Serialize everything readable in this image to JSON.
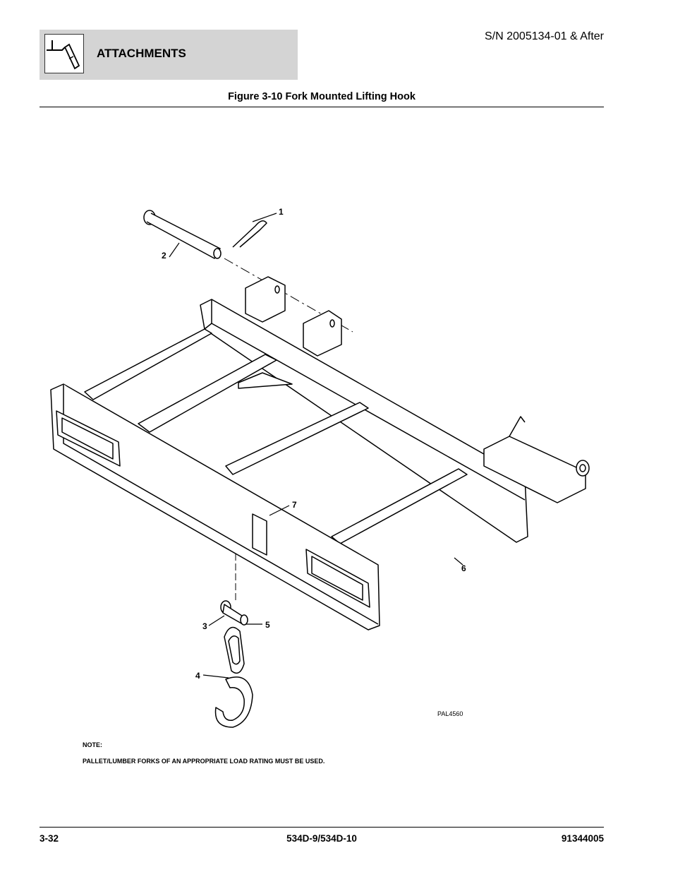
{
  "header": {
    "section_title": "ATTACHMENTS",
    "icon": "attachment-hook-icon",
    "serial": "S/N 2005134-01 & After"
  },
  "figure": {
    "title": "Figure 3-10 Fork Mounted Lifting Hook",
    "drawing_id": "PAL4560",
    "callouts": [
      "1",
      "2",
      "3",
      "4",
      "5",
      "6",
      "7"
    ]
  },
  "note": {
    "label": "NOTE:",
    "text": "PALLET/LUMBER FORKS OF AN APPROPRIATE LOAD RATING MUST BE USED."
  },
  "footer": {
    "page": "3-32",
    "model": "534D-9/534D-10",
    "part_number": "91344005"
  }
}
